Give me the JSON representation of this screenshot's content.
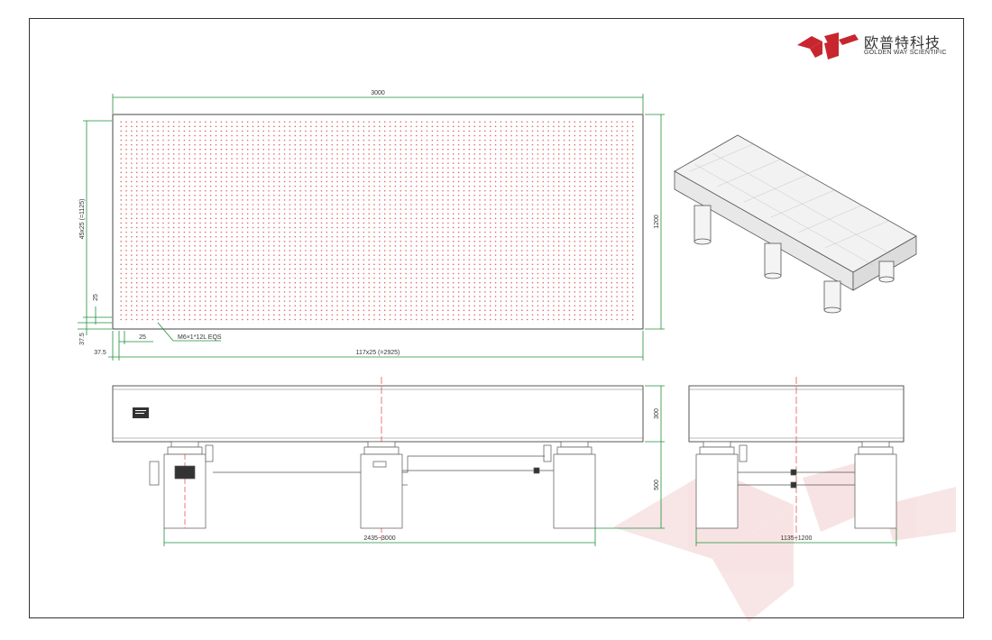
{
  "brand": {
    "name_cn": "欧普特科技",
    "name_en": "GOLDEN WAY SCIENTIFIC",
    "logo_icon": "golden-way-logo-icon",
    "colors": {
      "logo_red": "#c8262e",
      "hole_dots": "#d9534f",
      "dimension_lines": "#1f8f3a",
      "center_line": "#e04040"
    }
  },
  "top_view": {
    "length_dim": "3000",
    "width_dim": "1200",
    "hole_grid_x_dim": "117x25 (=2925)",
    "hole_grid_y_dim": "45x25 (=1125)",
    "hole_pitch_y": "25",
    "hole_pitch_x": "25",
    "edge_offset_x": "37.5",
    "edge_offset_y": "37.5",
    "hole_spec": "M6×1*12L EQS"
  },
  "front_view": {
    "table_height_dim": "300",
    "leg_height_dim": "500",
    "leg_span_dim": "2435~3000"
  },
  "side_view": {
    "leg_span_dim": "1135~1200"
  }
}
